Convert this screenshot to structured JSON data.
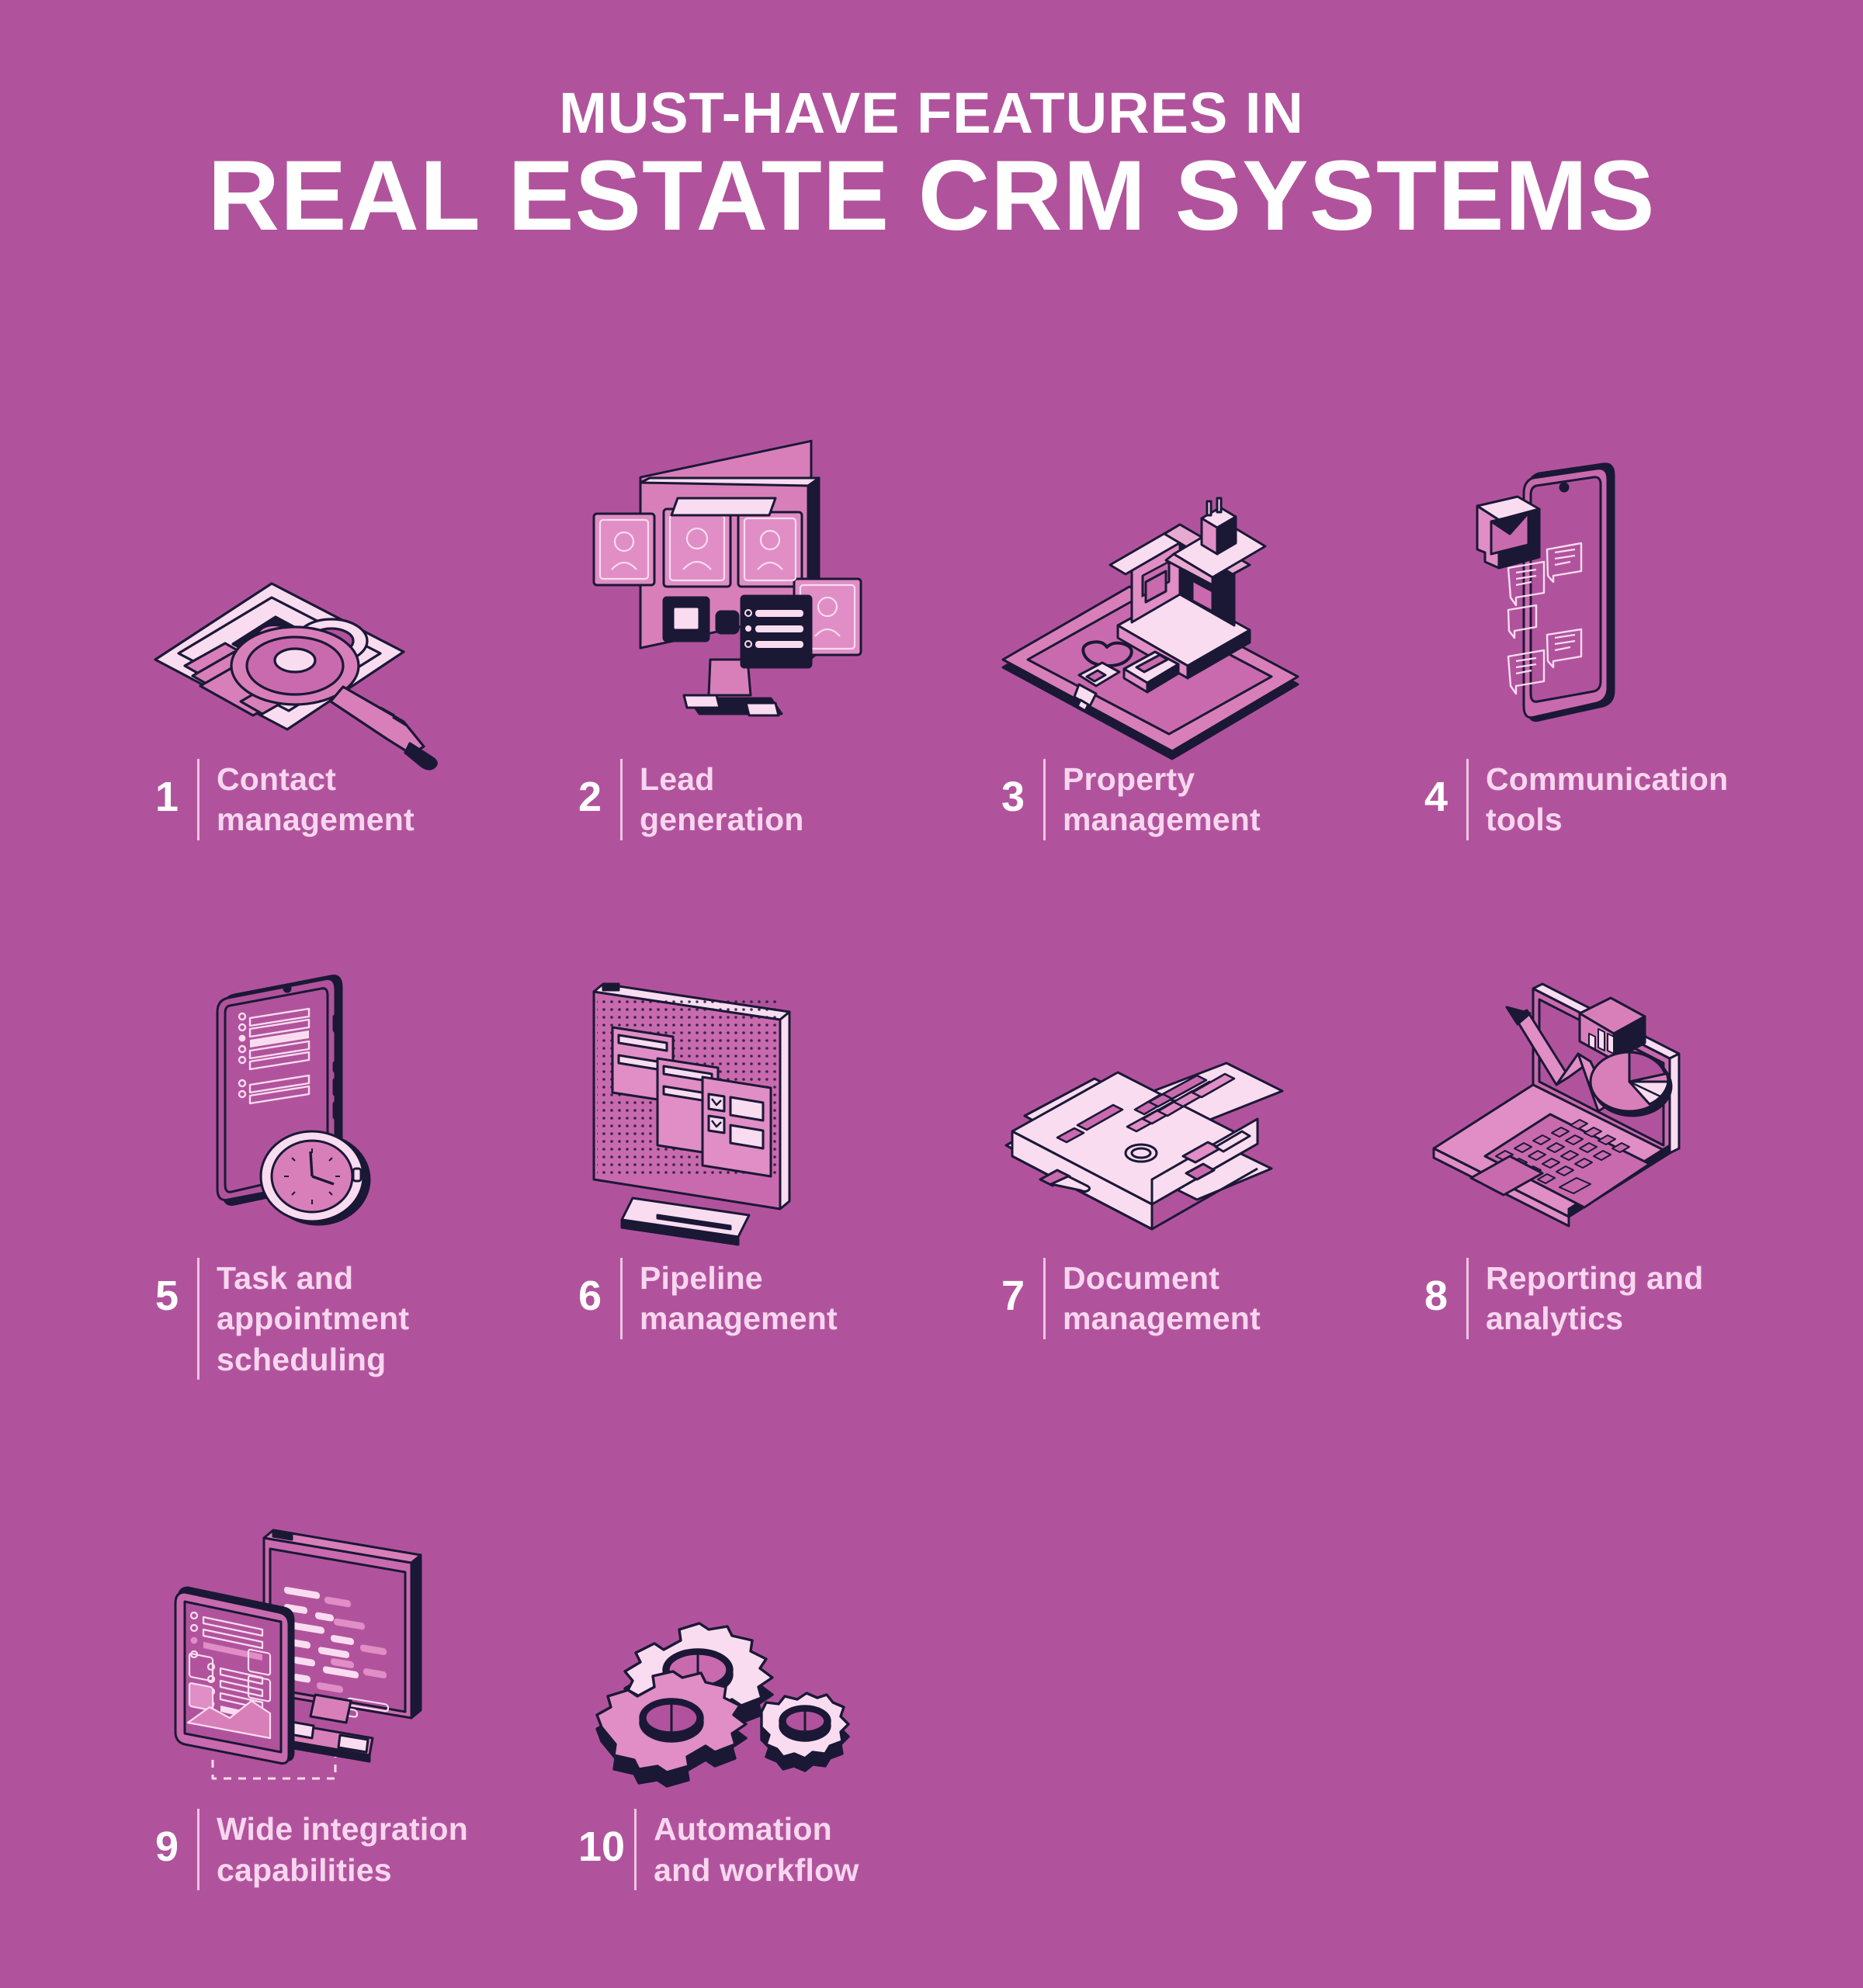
{
  "header": {
    "title_line1": "MUST-HAVE FEATURES IN",
    "title_line2": "REAL ESTATE CRM SYSTEMS"
  },
  "colors": {
    "background": "#b1539c",
    "title": "#ffffff",
    "number": "#ffffff",
    "label": "#f8d6ef",
    "divider": "#f2c4e4",
    "ink": "#1b1836",
    "light_pink": "#f9dcf0",
    "mid_pink": "#e08ec5",
    "deep_pink": "#c96aae"
  },
  "features": [
    {
      "number": "1",
      "label": "Contact\nmanagement",
      "icon": "document-magnifier-icon"
    },
    {
      "number": "2",
      "label": "Lead\ngeneration",
      "icon": "monitor-profiles-icon"
    },
    {
      "number": "3",
      "label": "Property\nmanagement",
      "icon": "house-keys-phone-icon"
    },
    {
      "number": "4",
      "label": "Communication\ntools",
      "icon": "phone-chat-bubbles-icon"
    },
    {
      "number": "5",
      "label": "Task and\nappointment\nscheduling",
      "icon": "tablet-checklist-clock-icon"
    },
    {
      "number": "6",
      "label": "Pipeline\nmanagement",
      "icon": "monitor-kanban-icon"
    },
    {
      "number": "7",
      "label": "Document\nmanagement",
      "icon": "paper-stack-icon"
    },
    {
      "number": "8",
      "label": "Reporting and\nanalytics",
      "icon": "laptop-charts-icon"
    },
    {
      "number": "9",
      "label": "Wide integration\ncapabilities",
      "icon": "monitor-tablet-sync-icon"
    },
    {
      "number": "10",
      "label": "Automation\nand workflow",
      "icon": "gears-icon"
    }
  ]
}
